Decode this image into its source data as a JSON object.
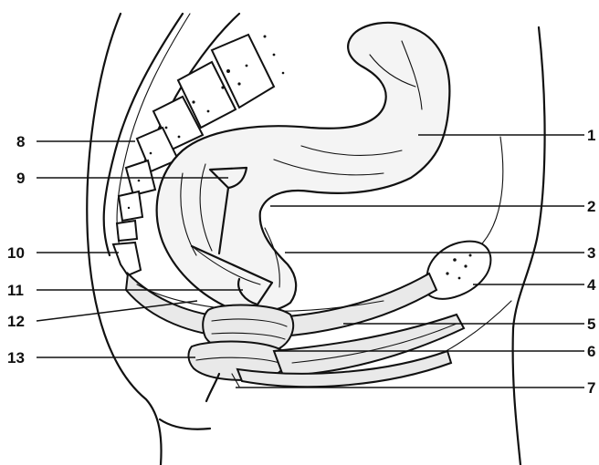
{
  "figure": {
    "labels_right": [
      "1",
      "2",
      "3",
      "4",
      "5",
      "6",
      "7"
    ],
    "labels_left": [
      "8",
      "9",
      "10",
      "11",
      "12",
      "13"
    ]
  }
}
